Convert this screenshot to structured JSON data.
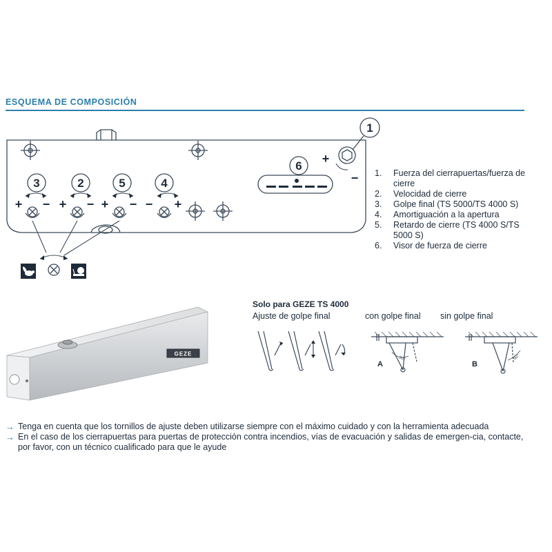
{
  "section_title": "ESQUEMA DE COMPOSICIÓN",
  "callouts": {
    "n1": "1",
    "n2": "2",
    "n3": "3",
    "n4": "4",
    "n5": "5",
    "n6": "6",
    "plus": "+",
    "minus": "−"
  },
  "legend": [
    {
      "num": "1.",
      "text": "Fuerza del cierrapuertas/fuerza de cierre"
    },
    {
      "num": "2.",
      "text": "Velocidad de cierre"
    },
    {
      "num": "3.",
      "text": "Golpe final (TS 5000/TS 4000 S)"
    },
    {
      "num": "4.",
      "text": "Amortiguación a la apertura"
    },
    {
      "num": "5.",
      "text": "Retardo de cierre (TS 4000 S/TS 5000 S)"
    },
    {
      "num": "6.",
      "text": "Visor de fuerza de cierre"
    }
  ],
  "brand_label": "GEZE",
  "ts4000": {
    "title": "Solo para GEZE TS 4000",
    "ajuste": "Ajuste de golpe final",
    "con": "con golpe final",
    "sin": "sin golpe final",
    "label_a": "A",
    "label_b": "B",
    "angle_a": "90°",
    "angle_b": "90°"
  },
  "notes": [
    "Tenga en cuenta que los tornillos de ajuste deben utilizarse siempre con el máximo cuidado y con la herramienta adecuada",
    "En el caso de los cierrapuertas para puertas de protección contra incendios, vías de evacuación y salidas de emergen-cia, contacte, por favor, con un técnico cualificado para que le ayude"
  ],
  "colors": {
    "accent": "#2a7fab",
    "ink": "#1d2b3a",
    "line": "#3b4a5a"
  }
}
